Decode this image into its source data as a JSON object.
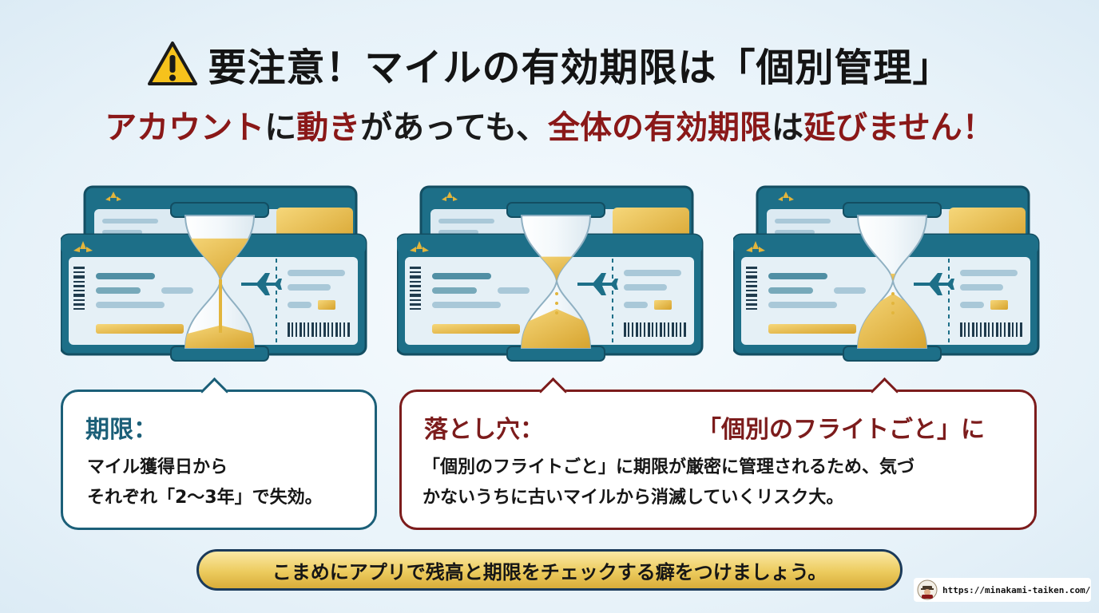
{
  "title": {
    "icon": "warning-icon",
    "text": "要注意！マイルの有効期限は「個別管理」"
  },
  "subtitle": {
    "parts": [
      "アカウント",
      "に",
      "動き",
      "があっても、",
      "全体の有効期限",
      "は",
      "延びません！"
    ]
  },
  "tickets": [
    {
      "sand_level": 0.7
    },
    {
      "sand_level": 0.4
    },
    {
      "sand_level": 0.12
    }
  ],
  "bubble_left": {
    "heading": "期限：",
    "lines": [
      "マイル獲得日から",
      "それぞれ「2〜3年」で失効。"
    ]
  },
  "bubble_right": {
    "heading": "落とし穴：",
    "heading_right": "「個別のフライトごと」に",
    "lines": [
      "「個別のフライトごと」に期限が厳密に管理されるため、気づ",
      "かないうちに古いマイルから消滅していくリスク大。"
    ]
  },
  "cta": {
    "text": "こまめにアプリで残高と期限をチェックする癖をつけましょう。"
  },
  "footer": {
    "url": "https://minakami-taiken.com/",
    "icon": "avatar-icon"
  },
  "colors": {
    "teal": "#1b5f78",
    "maroon": "#7c1c1c",
    "gold": "#e2b53c",
    "warning_yellow": "#f6c21c"
  }
}
